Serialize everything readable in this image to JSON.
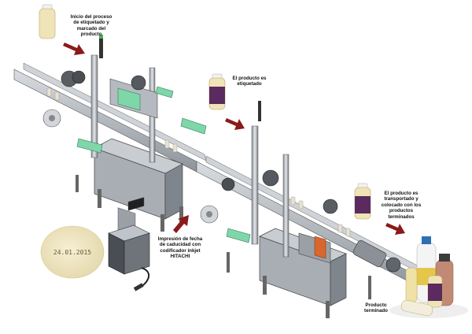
{
  "captions": {
    "step1": [
      "Inicio del proceso",
      "de etiquetado y",
      "marcado del",
      "producto"
    ],
    "step2": [
      "El producto es",
      "etiquetado"
    ],
    "step3": [
      "El producto es",
      "transportado y",
      "colocado con los",
      "productos",
      "terminados"
    ],
    "coder": [
      "Impresión de fecha",
      "de caducidad con",
      "codificador inkjet",
      "HITACHI"
    ],
    "final": [
      "Producto",
      "terminado"
    ]
  },
  "print_sample": "24.01.2015",
  "colors": {
    "arrow": "#8b1a1a",
    "bottle_cream": "#efe3b8",
    "label_purple": "#5b2a5e",
    "machine_steel": "#b9bec4",
    "machine_dark": "#3d4045",
    "guard_green": "#7fd6a8",
    "disc_cream": "#efe6c2",
    "accent_orange": "#d9662f"
  },
  "icons": [
    "bottle-icon",
    "arrow-icon",
    "labeling-machine",
    "inkjet-printer",
    "finished-products"
  ]
}
